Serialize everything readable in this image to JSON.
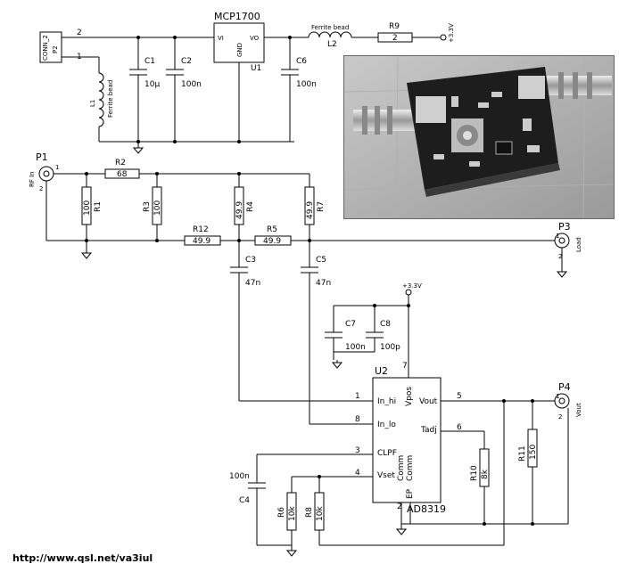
{
  "title": "",
  "url": "http://www.qsl.net/va3iul",
  "connectors": {
    "conn2": {
      "ref": "P2",
      "name": "CONN_2",
      "pin1": "1",
      "pin2": "2"
    },
    "p1": {
      "ref": "P1",
      "name": "RF In",
      "pin1": "1",
      "pin2": "2"
    },
    "p3": {
      "ref": "P3",
      "name": "Load",
      "pin1": "1",
      "pin2": "2"
    },
    "p4": {
      "ref": "P4",
      "name": "Vout",
      "pin1": "1",
      "pin2": "2"
    }
  },
  "regulator": {
    "ref": "U1",
    "part": "MCP1700",
    "vi": "VI",
    "vo": "VO",
    "gnd": "GND"
  },
  "amp": {
    "ref": "U2",
    "part": "AD8319",
    "pins": {
      "in_hi": {
        "name": "In_hi",
        "num": "1"
      },
      "in_lo": {
        "name": "In_lo",
        "num": "8"
      },
      "clpf": {
        "name": "CLPF",
        "num": "3"
      },
      "vset": {
        "name": "Vset",
        "num": "4"
      },
      "vout": {
        "name": "Vout",
        "num": "5"
      },
      "tadj": {
        "name": "Tadj",
        "num": "6"
      },
      "vpos": {
        "name": "Vpos",
        "num": "7"
      },
      "comm1": {
        "name": "Comm"
      },
      "comm2": {
        "name": "Comm"
      },
      "ep": {
        "name": "EP",
        "num": "2"
      }
    }
  },
  "supply": {
    "rail": "+3.3V"
  },
  "parts": {
    "C1": {
      "ref": "C1",
      "value": "10µ"
    },
    "C2": {
      "ref": "C2",
      "value": "100n"
    },
    "C6": {
      "ref": "C6",
      "value": "100n"
    },
    "L1": {
      "ref": "L1",
      "value": "Ferrite bead"
    },
    "L2": {
      "ref": "L2",
      "value": "Ferrite bead"
    },
    "R9": {
      "ref": "R9",
      "value": "2"
    },
    "R2": {
      "ref": "R2",
      "value": "68"
    },
    "R1": {
      "ref": "R1",
      "value": "100"
    },
    "R3": {
      "ref": "R3",
      "value": "100"
    },
    "R4": {
      "ref": "R4",
      "value": "49.9"
    },
    "R7": {
      "ref": "R7",
      "value": "49.9"
    },
    "R12": {
      "ref": "R12",
      "value": "49.9"
    },
    "R5": {
      "ref": "R5",
      "value": "49.9"
    },
    "C3": {
      "ref": "C3",
      "value": "47n"
    },
    "C5": {
      "ref": "C5",
      "value": "47n"
    },
    "C7": {
      "ref": "C7",
      "value": "100n"
    },
    "C8": {
      "ref": "C8",
      "value": "100p"
    },
    "C4": {
      "ref": "C4",
      "value": "100n"
    },
    "R6": {
      "ref": "R6",
      "value": "10k"
    },
    "R8": {
      "ref": "R8",
      "value": "10k"
    },
    "R10": {
      "ref": "R10",
      "value": "8k"
    },
    "R11": {
      "ref": "R11",
      "value": "150"
    }
  }
}
